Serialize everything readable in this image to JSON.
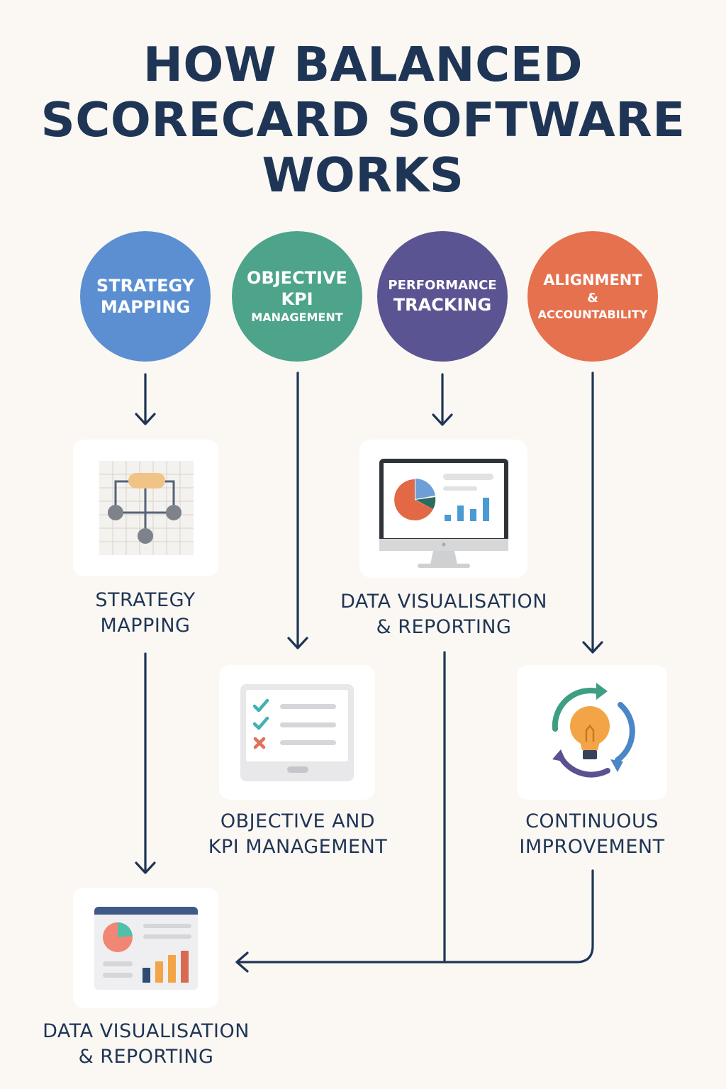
{
  "title": {
    "line1": "HOW BALANCED",
    "line2": "SCORECARD SOFTWARE",
    "line3": "WORKS"
  },
  "circles": [
    {
      "lines": [
        "STRATEGY",
        "MAPPING"
      ],
      "color": "#5b8fd1"
    },
    {
      "lines": [
        "OBJECTIVE",
        "KPI",
        "MANAGEMENT"
      ],
      "color": "#4da48a"
    },
    {
      "lines": [
        "PERFORMANCE",
        "TRACKING"
      ],
      "color": "#5b5492"
    },
    {
      "lines": [
        "ALIGNMENT",
        "&",
        "ACCOUNTABILITY"
      ],
      "color": "#e5714e"
    }
  ],
  "steps": [
    {
      "lines": [
        "STRATEGY",
        "MAPPING"
      ],
      "icon": "strategy-map-icon"
    },
    {
      "lines": [
        "DATA VISUALISATION",
        "& REPORTING"
      ],
      "icon": "monitor-chart-icon"
    },
    {
      "lines": [
        "OBJECTIVE AND",
        "KPI MANAGEMENT"
      ],
      "icon": "checklist-icon"
    },
    {
      "lines": [
        "CONTINUOUS",
        "IMPROVEMENT"
      ],
      "icon": "lightbulb-cycle-icon"
    },
    {
      "lines": [
        "DATA VISUALISATION",
        "& REPORTING"
      ],
      "icon": "dashboard-icon"
    }
  ],
  "colors": {
    "navy": "#1f3556",
    "background": "#fbf8f3",
    "card": "#ffffff"
  }
}
